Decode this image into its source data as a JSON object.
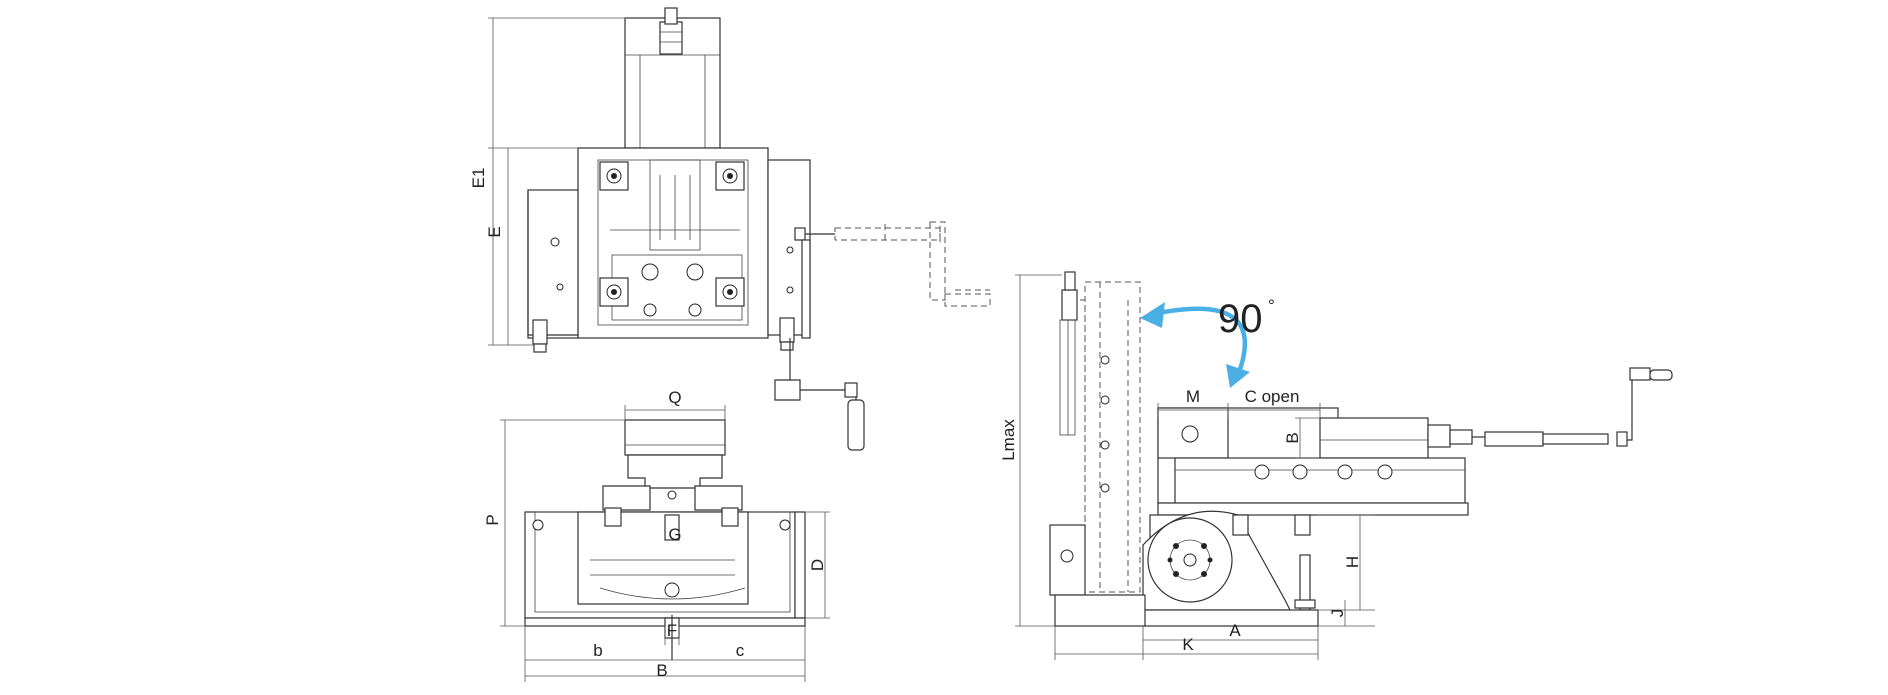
{
  "labels": {
    "e1": "E1",
    "e": "E",
    "q": "Q",
    "p": "P",
    "g": "G",
    "d": "D",
    "f": "F",
    "b_small": "b",
    "c_small": "c",
    "b_total": "B",
    "lmax": "Lmax",
    "angle": "90",
    "angle_unit": "°",
    "m": "M",
    "c_open": "C open",
    "b_jaw": "B",
    "h": "H",
    "j": "J",
    "a": "A",
    "k": "K"
  },
  "colors": {
    "line": "#333333",
    "rotation_arrow": "#4ab0e4"
  }
}
